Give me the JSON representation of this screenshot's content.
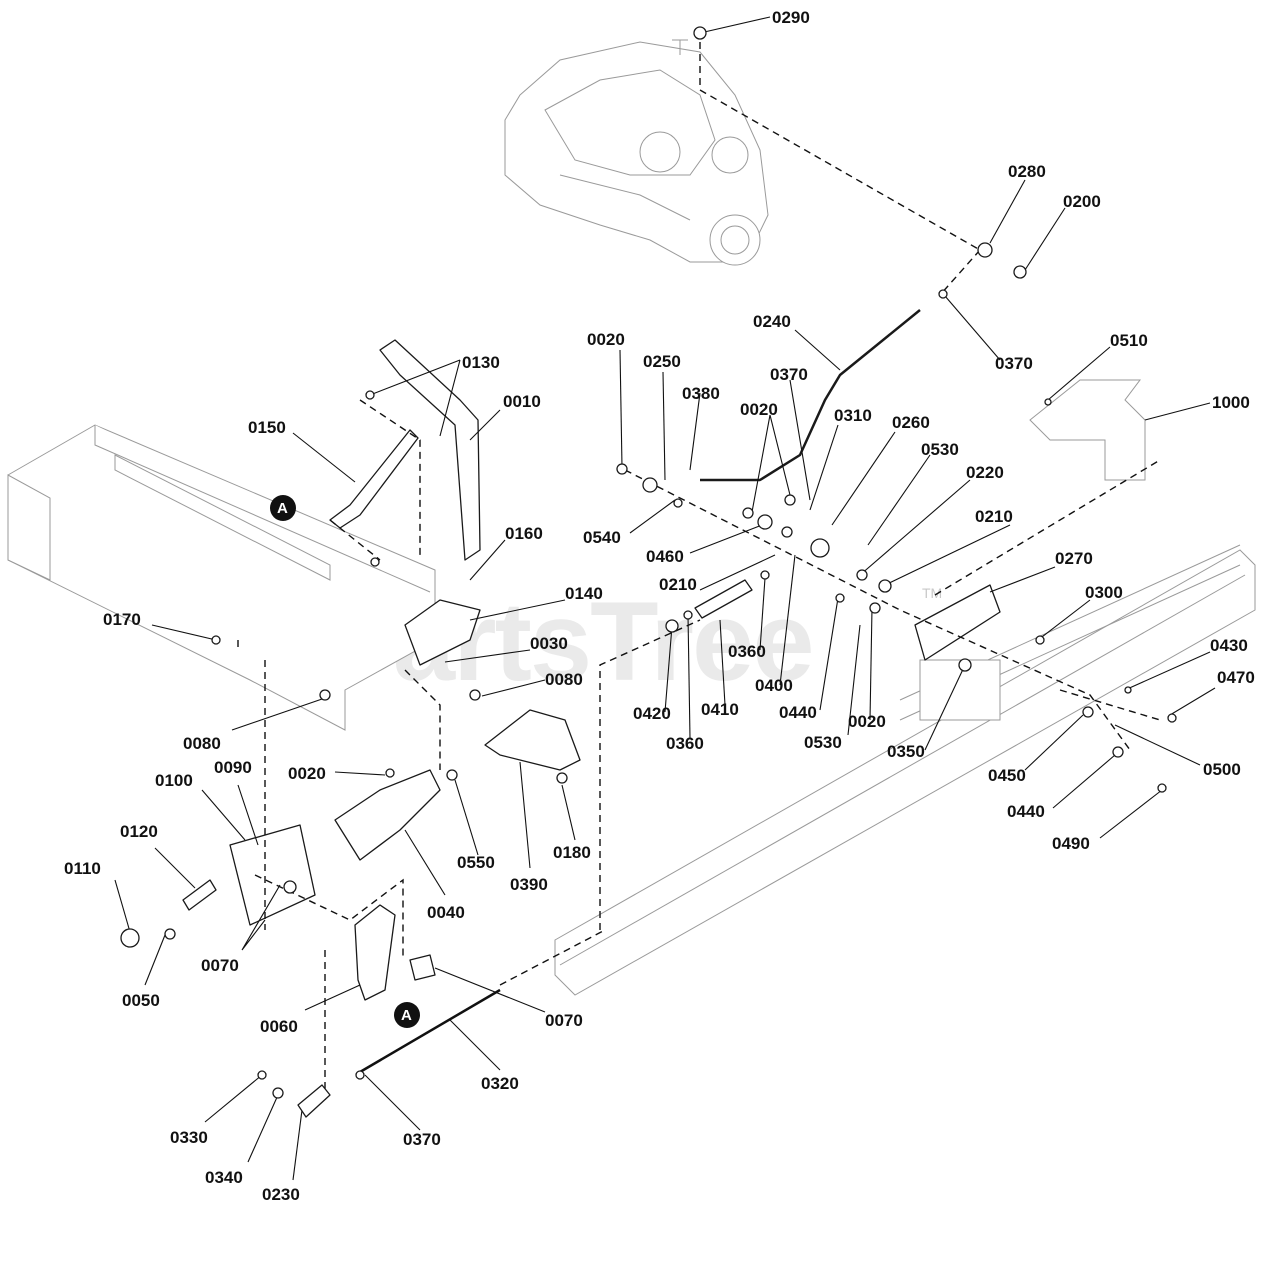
{
  "watermark": {
    "text": "PartsTree",
    "tm": "TM"
  },
  "ref_markers": [
    "A",
    "A"
  ],
  "callouts": [
    "0290",
    "0280",
    "0200",
    "0370",
    "0240",
    "0020",
    "0250",
    "0380",
    "0370",
    "0020",
    "0310",
    "0260",
    "0530",
    "0220",
    "0210",
    "0510",
    "1000",
    "0130",
    "0010",
    "0150",
    "0160",
    "0140",
    "0030",
    "0080",
    "0170",
    "0540",
    "0460",
    "0210",
    "0360",
    "0400",
    "0440",
    "0530",
    "0020",
    "0420",
    "0360",
    "0410",
    "0270",
    "0300",
    "0350",
    "0430",
    "0470",
    "0450",
    "0500",
    "0440",
    "0490",
    "0080",
    "0100",
    "0090",
    "0020",
    "0550",
    "0390",
    "0180",
    "0120",
    "0110",
    "0040",
    "0070",
    "0050",
    "0060",
    "0070",
    "0320",
    "0330",
    "0340",
    "0230",
    "0370"
  ]
}
